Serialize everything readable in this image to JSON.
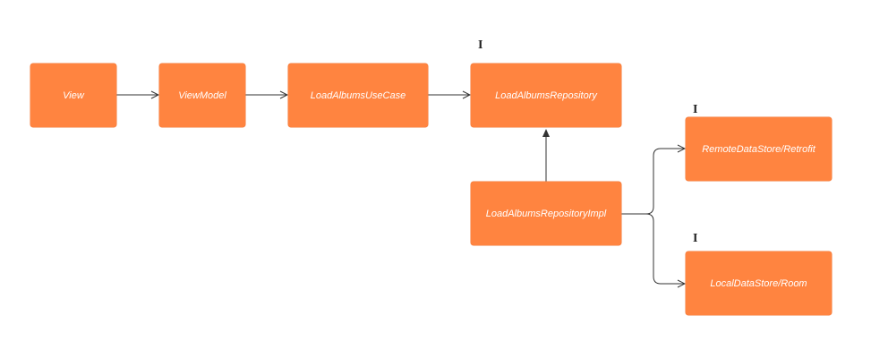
{
  "nodes": {
    "view": "View",
    "viewmodel": "ViewModel",
    "usecase": "LoadAlbumsUseCase",
    "repository": "LoadAlbumsRepository",
    "repository_impl": "LoadAlbumsRepositoryImpl",
    "remote": "RemoteDataStore/Retrofit",
    "local": "LocalDataStore/Room"
  },
  "interface_marker": "I",
  "colors": {
    "node_fill": "#ff8440",
    "node_text": "#ffffff",
    "edge": "#333333"
  }
}
